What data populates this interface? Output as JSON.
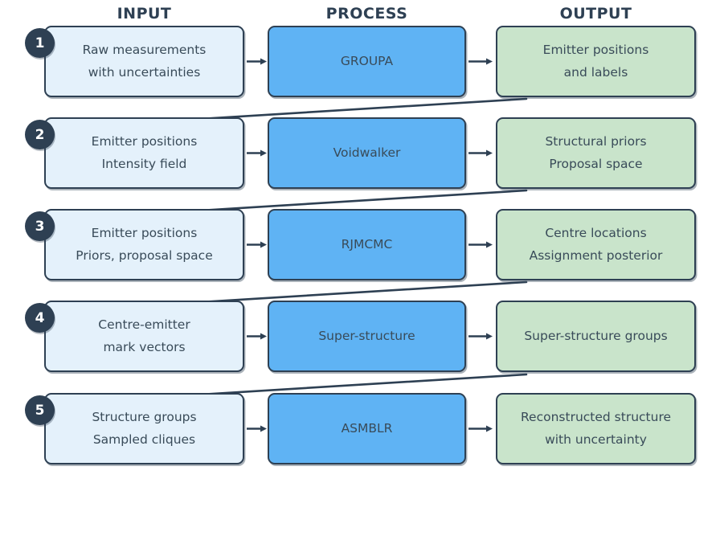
{
  "diagram": {
    "columns": {
      "input": "INPUT",
      "process": "PROCESS",
      "output": "OUTPUT"
    },
    "rows": [
      {
        "number": "1",
        "input": "Raw measurements\nwith uncertainties",
        "process": "GROUPA",
        "output": "Emitter positions\nand labels"
      },
      {
        "number": "2",
        "input": "Emitter positions\nIntensity field",
        "process": "Voidwalker",
        "output": "Structural priors\nProposal space"
      },
      {
        "number": "3",
        "input": "Emitter positions\nPriors, proposal space",
        "process": "RJMCMC",
        "output": "Centre locations\nAssignment posterior"
      },
      {
        "number": "4",
        "input": "Centre-emitter\nmark vectors",
        "process": "Super-structure",
        "output": "Super-structure groups"
      },
      {
        "number": "5",
        "input": "Structure groups\nSampled cliques",
        "process": "ASMBLR",
        "output": "Reconstructed structure\nwith uncertainty"
      }
    ],
    "colors": {
      "input_fill": "#e4f1fb",
      "process_fill": "#5fb3f4",
      "output_fill": "#c9e4cb",
      "border": "#2e4053",
      "text": "#394b59",
      "badge_fill": "#2e4053",
      "badge_text": "#ffffff"
    }
  }
}
